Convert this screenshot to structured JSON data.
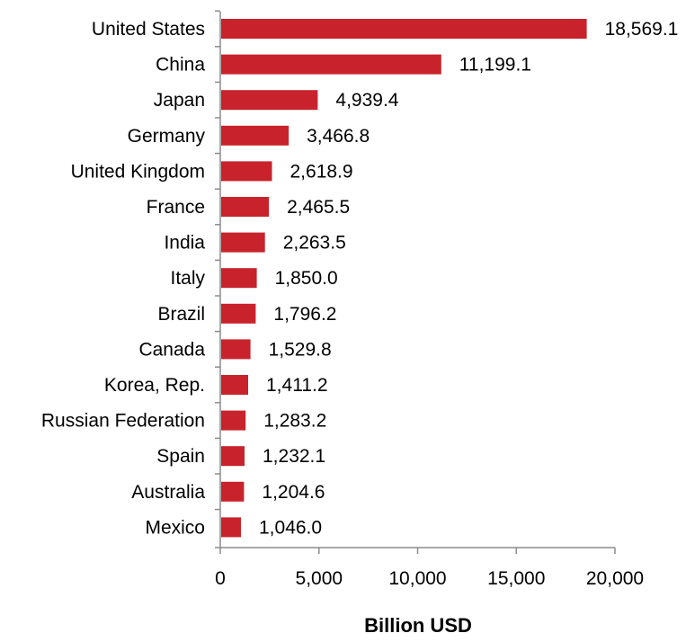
{
  "chart_data": {
    "type": "bar",
    "orientation": "horizontal",
    "categories": [
      "United States",
      "China",
      "Japan",
      "Germany",
      "United Kingdom",
      "France",
      "India",
      "Italy",
      "Brazil",
      "Canada",
      "Korea, Rep.",
      "Russian Federation",
      "Spain",
      "Australia",
      "Mexico"
    ],
    "values": [
      18569.1,
      11199.1,
      4939.4,
      3466.8,
      2618.9,
      2465.5,
      2263.5,
      1850.0,
      1796.2,
      1529.8,
      1411.2,
      1283.2,
      1232.1,
      1204.6,
      1046.0
    ],
    "value_labels": [
      "18,569.1",
      "11,199.1",
      "4,939.4",
      "3,466.8",
      "2,618.9",
      "2,465.5",
      "2,263.5",
      "1,850.0",
      "1,796.2",
      "1,529.8",
      "1,411.2",
      "1,283.2",
      "1,232.1",
      "1,204.6",
      "1,046.0"
    ],
    "title": "",
    "xlabel": "Billion USD",
    "ylabel": "",
    "xlim": [
      0,
      20000
    ],
    "xticks": [
      0,
      5000,
      10000,
      15000,
      20000
    ],
    "xtick_labels": [
      "0",
      "5,000",
      "10,000",
      "15,000",
      "20,000"
    ],
    "grid": false,
    "legend": "none",
    "bar_color": "#c8232c",
    "axis_color": "#8c8c8c"
  }
}
